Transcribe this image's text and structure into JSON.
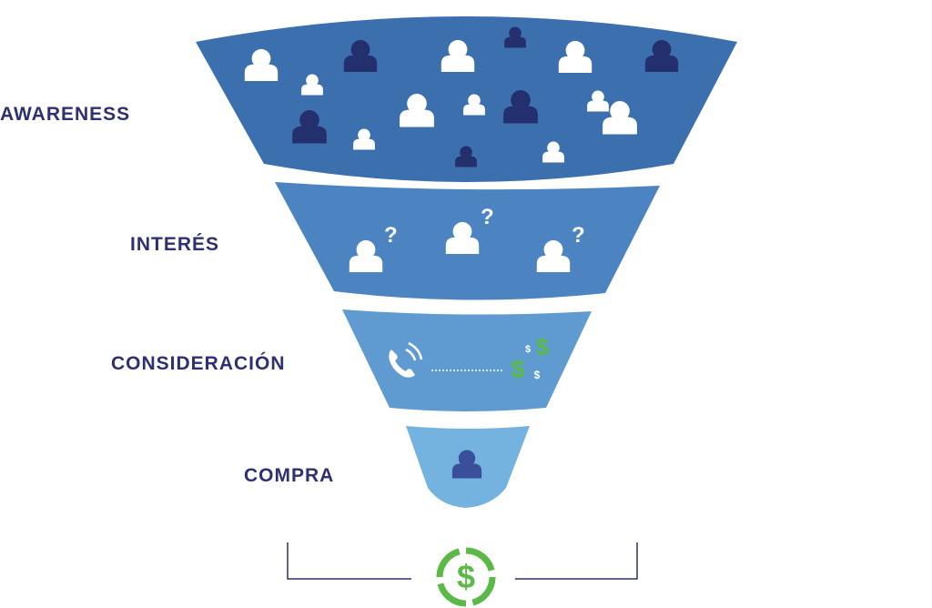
{
  "stages": [
    {
      "label": "AWARENESS"
    },
    {
      "label": "INTERÉS"
    },
    {
      "label": "CONSIDERACIÓN"
    },
    {
      "label": "COMPRA"
    }
  ],
  "colors": {
    "label_text": "#2e2f74",
    "stage_awareness": "#3c6fae",
    "stage_interes": "#4b84c0",
    "stage_consideracion": "#5f9bd0",
    "stage_compra": "#74b2df",
    "person_light": "#ffffff",
    "person_dark": "#24306e",
    "person_compra": "#3a4e9c",
    "dollar_green": "#5ab947",
    "bracket_line": "#2e2f74"
  },
  "icons": {
    "awareness": "person-icon",
    "interes": "person-question-icon",
    "consideracion": [
      "phone-icon",
      "dollar-icon"
    ],
    "compra": "person-icon",
    "result": "dollar-circle-icon"
  },
  "glyphs": {
    "question": "?",
    "dollar": "$"
  }
}
